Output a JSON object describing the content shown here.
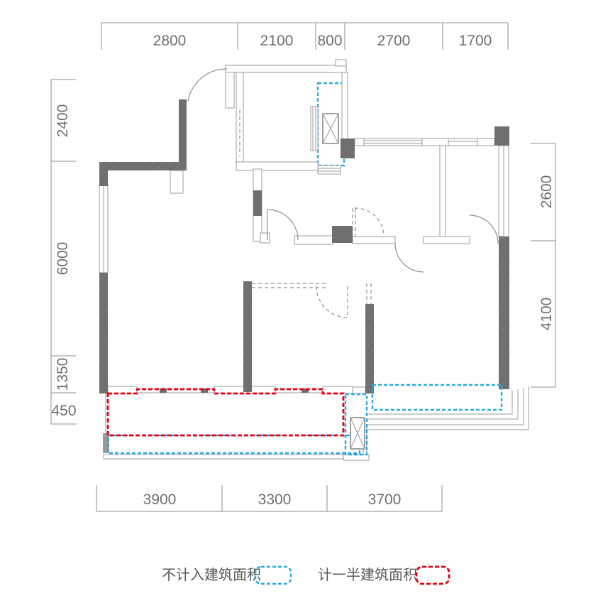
{
  "dimensions": {
    "top": [
      "2800",
      "2100",
      "800",
      "2700",
      "1700"
    ],
    "left": [
      "2400",
      "6000",
      "1350",
      "450"
    ],
    "right": [
      "2600",
      "4100"
    ],
    "bottom": [
      "3900",
      "3300",
      "3700"
    ]
  },
  "legend": {
    "not_counted_label": "不计入建筑面积",
    "half_counted_label": "计一半建筑面积"
  },
  "colors": {
    "not_counted_blue": "#29abe2",
    "half_counted_red": "#e60014",
    "wall_dark": "#6f6f6f",
    "line_gray": "#9b9b9b",
    "dim_text": "#6f6f6f"
  },
  "icons": {
    "ac_unit": "crossed-rectangle"
  }
}
